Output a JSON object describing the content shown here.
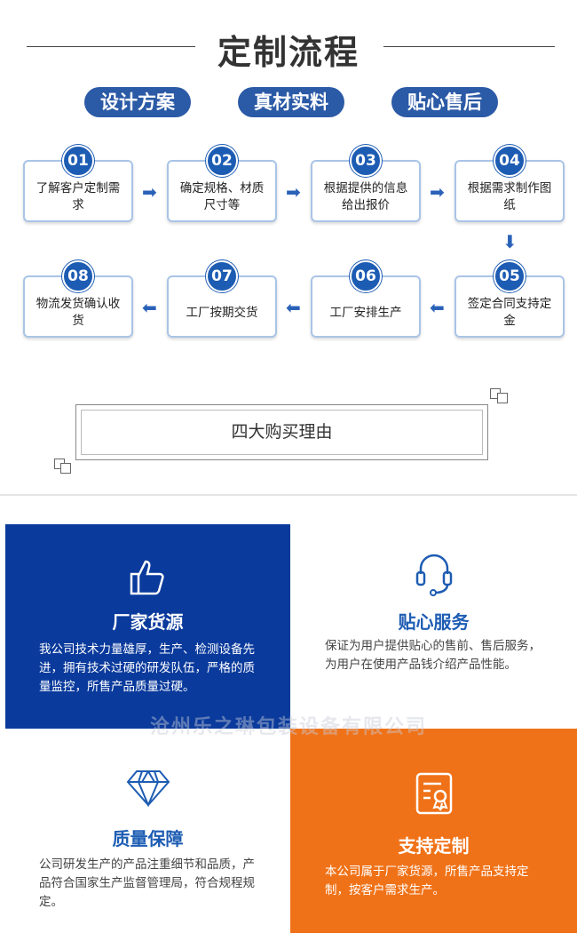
{
  "title": "定制流程",
  "pills": [
    "设计方案",
    "真材实料",
    "贴心售后"
  ],
  "steps": [
    {
      "num": "01",
      "text": "了解客户定制需求"
    },
    {
      "num": "02",
      "text": "确定规格、材质尺寸等"
    },
    {
      "num": "03",
      "text": "根据提供的信息给出报价"
    },
    {
      "num": "04",
      "text": "根据需求制作图纸"
    },
    {
      "num": "05",
      "text": "签定合同支持定金"
    },
    {
      "num": "06",
      "text": "工厂安排生产"
    },
    {
      "num": "07",
      "text": "工厂按期交货"
    },
    {
      "num": "08",
      "text": "物流发货确认收货"
    }
  ],
  "reasons_title": "四大购买理由",
  "reasons": [
    {
      "title": "厂家货源",
      "text": "我公司技术力量雄厚，生产、检测设备先进，拥有技术过硬的研发队伍，严格的质量监控，所售产品质量过硬。",
      "icon": "thumbs-up-icon"
    },
    {
      "title": "贴心服务",
      "text": "保证为用户提供贴心的售前、售后服务，为用户在使用产品钱介绍产品性能。",
      "icon": "headset-icon"
    },
    {
      "title": "质量保障",
      "text": "公司研发生产的产品注重细节和品质，产品符合国家生产监督管理局，符合规程规定。",
      "icon": "diamond-icon"
    },
    {
      "title": "支持定制",
      "text": "本公司属于厂家货源，所售产品支持定制，按客户需求生产。",
      "icon": "certificate-icon"
    }
  ],
  "watermark": "沧州乐之琳包装设备有限公司",
  "colors": {
    "blue": "#0a3a9c",
    "orange": "#f07218",
    "accent": "#1d5cb3"
  }
}
